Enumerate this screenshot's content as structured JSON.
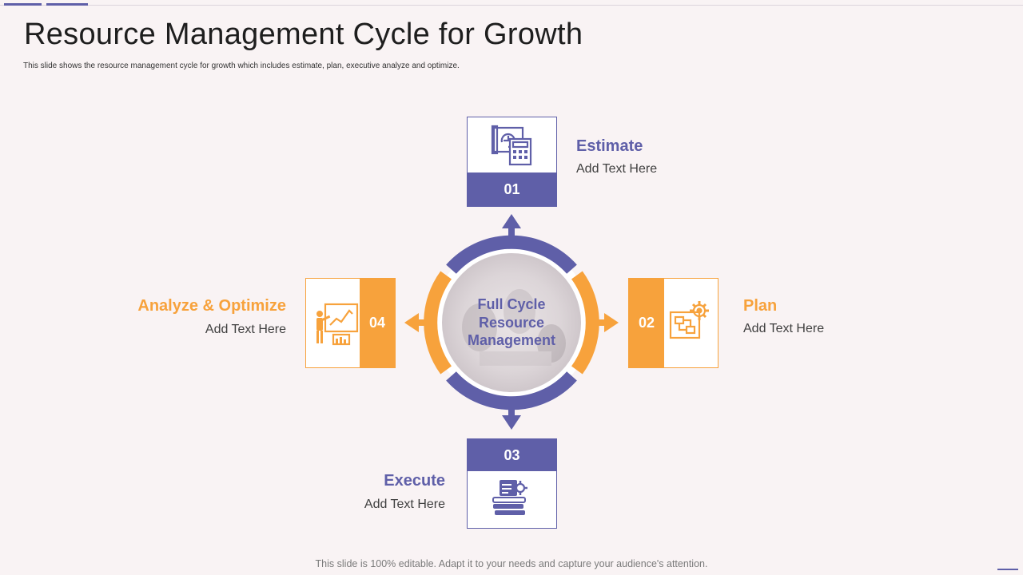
{
  "slide": {
    "title": "Resource Management Cycle for Growth",
    "subtitle": "This slide shows the resource management cycle for growth which includes estimate, plan, executive analyze and optimize.",
    "footer": "This slide is 100% editable. Adapt it to your needs and capture your audience's attention."
  },
  "center": {
    "line1": "Full Cycle",
    "line2": "Resource",
    "line3": "Management"
  },
  "steps": [
    {
      "number": "01",
      "title": "Estimate",
      "text": "Add Text Here",
      "icon": "blueprint-calculator-icon",
      "color": "#5f5fa8"
    },
    {
      "number": "02",
      "title": "Plan",
      "text": "Add Text Here",
      "icon": "plan-gear-icon",
      "color": "#f7a23c"
    },
    {
      "number": "03",
      "title": "Execute",
      "text": "Add Text Here",
      "icon": "books-gear-icon",
      "color": "#5f5fa8"
    },
    {
      "number": "04",
      "title": "Analyze & Optimize",
      "text": "Add Text Here",
      "icon": "presentation-chart-icon",
      "color": "#f7a23c"
    }
  ],
  "colors": {
    "primary": "#5f5fa8",
    "accent": "#f7a23c",
    "background": "#f9f3f4"
  }
}
